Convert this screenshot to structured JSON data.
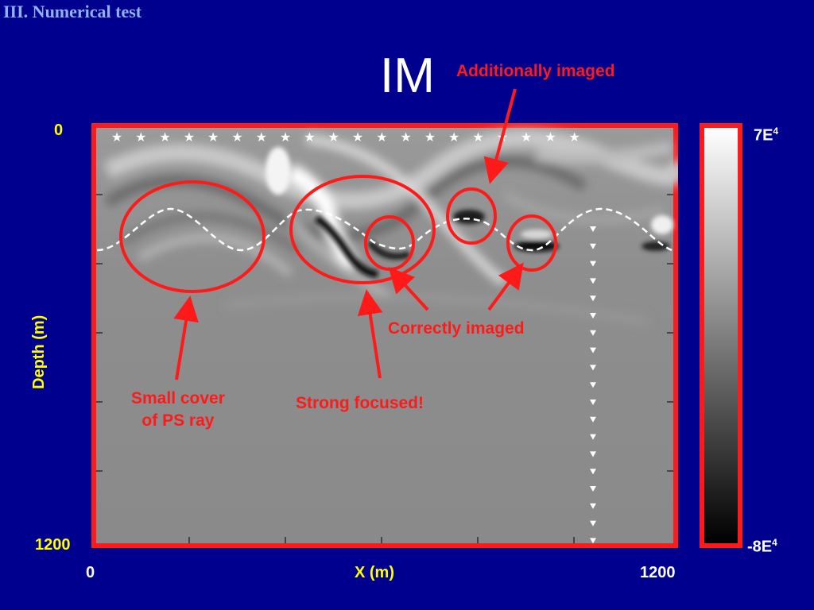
{
  "slide_title": "III. Numerical  test",
  "panel_title": "IM",
  "axes": {
    "x_label": "X (m)",
    "x_min": "0",
    "x_max": "1200",
    "y_label": "Depth (m)",
    "y_min": "0",
    "y_max": "1200"
  },
  "colorbar": {
    "max_base": "7E",
    "max_exp": "4",
    "min_base": "-8E",
    "min_exp": "4"
  },
  "annotations": {
    "additionally_imaged": "Additionally imaged",
    "correctly_imaged": "Correctly imaged",
    "strong_focused": "Strong focused!",
    "small_cover_line1": "Small cover",
    "small_cover_line2": "of PS ray"
  },
  "colors": {
    "background": "#00008f",
    "frame": "#ff1a1a",
    "axis_text": "#ffff00",
    "annotation": "#ff1a1a"
  }
}
